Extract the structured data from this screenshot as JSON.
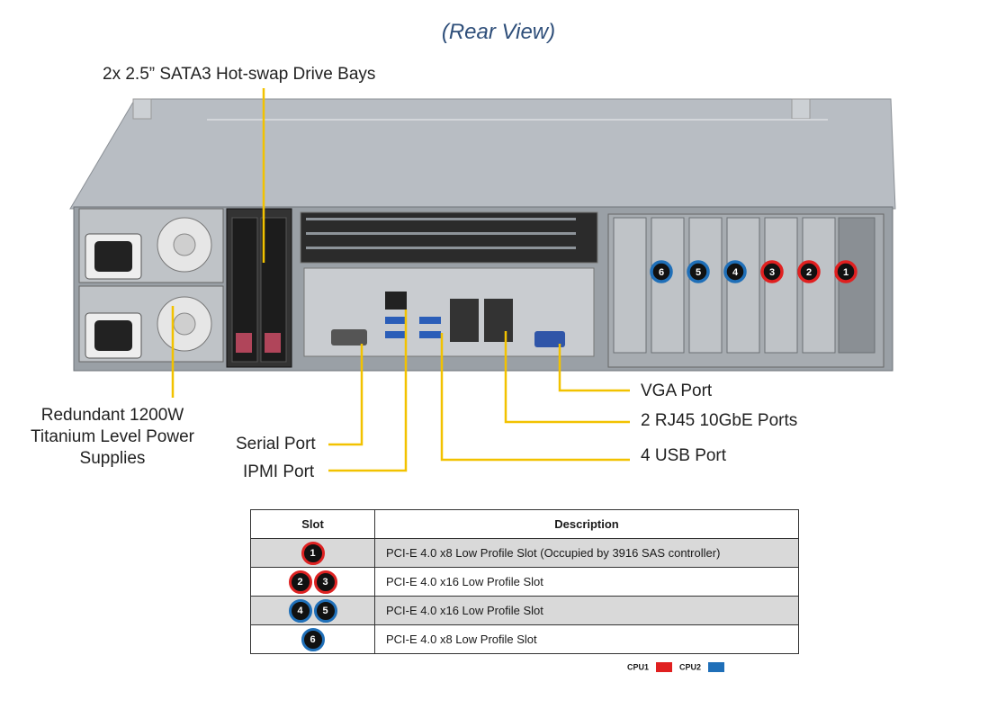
{
  "view_title": "(Rear View)",
  "callouts": {
    "drive_bays": "2x 2.5” SATA3 Hot-swap Drive Bays",
    "psu": "Redundant 1200W Titanium Level Power Supplies",
    "serial": "Serial Port",
    "ipmi": "IPMI Port",
    "vga": "VGA Port",
    "rj45": "2 RJ45 10GbE Ports",
    "usb": "4 USB Port"
  },
  "chassis_slots": [
    {
      "num": "6",
      "cpu": "CPU2"
    },
    {
      "num": "5",
      "cpu": "CPU2"
    },
    {
      "num": "4",
      "cpu": "CPU2"
    },
    {
      "num": "3",
      "cpu": "CPU1"
    },
    {
      "num": "2",
      "cpu": "CPU1"
    },
    {
      "num": "1",
      "cpu": "CPU1"
    }
  ],
  "table": {
    "headers": [
      "Slot",
      "Description"
    ],
    "rows": [
      {
        "slots": [
          "1"
        ],
        "cpus": [
          "CPU1"
        ],
        "description": "PCI-E 4.0 x8 Low Profile Slot (Occupied by 3916 SAS controller)"
      },
      {
        "slots": [
          "2",
          "3"
        ],
        "cpus": [
          "CPU1",
          "CPU1"
        ],
        "description": "PCI-E 4.0 x16 Low Profile Slot"
      },
      {
        "slots": [
          "4",
          "5"
        ],
        "cpus": [
          "CPU2",
          "CPU2"
        ],
        "description": "PCI-E 4.0 x16 Low Profile Slot"
      },
      {
        "slots": [
          "6"
        ],
        "cpus": [
          "CPU2"
        ],
        "description": "PCI-E 4.0 x8 Low Profile Slot"
      }
    ]
  },
  "legend": [
    {
      "label": "CPU1",
      "color": "#e02020"
    },
    {
      "label": "CPU2",
      "color": "#1f6fb8"
    }
  ],
  "colors": {
    "callout_line": "#f2c200",
    "title": "#2f4f7a",
    "cpu1": "#e02020",
    "cpu2": "#1f6fb8"
  }
}
